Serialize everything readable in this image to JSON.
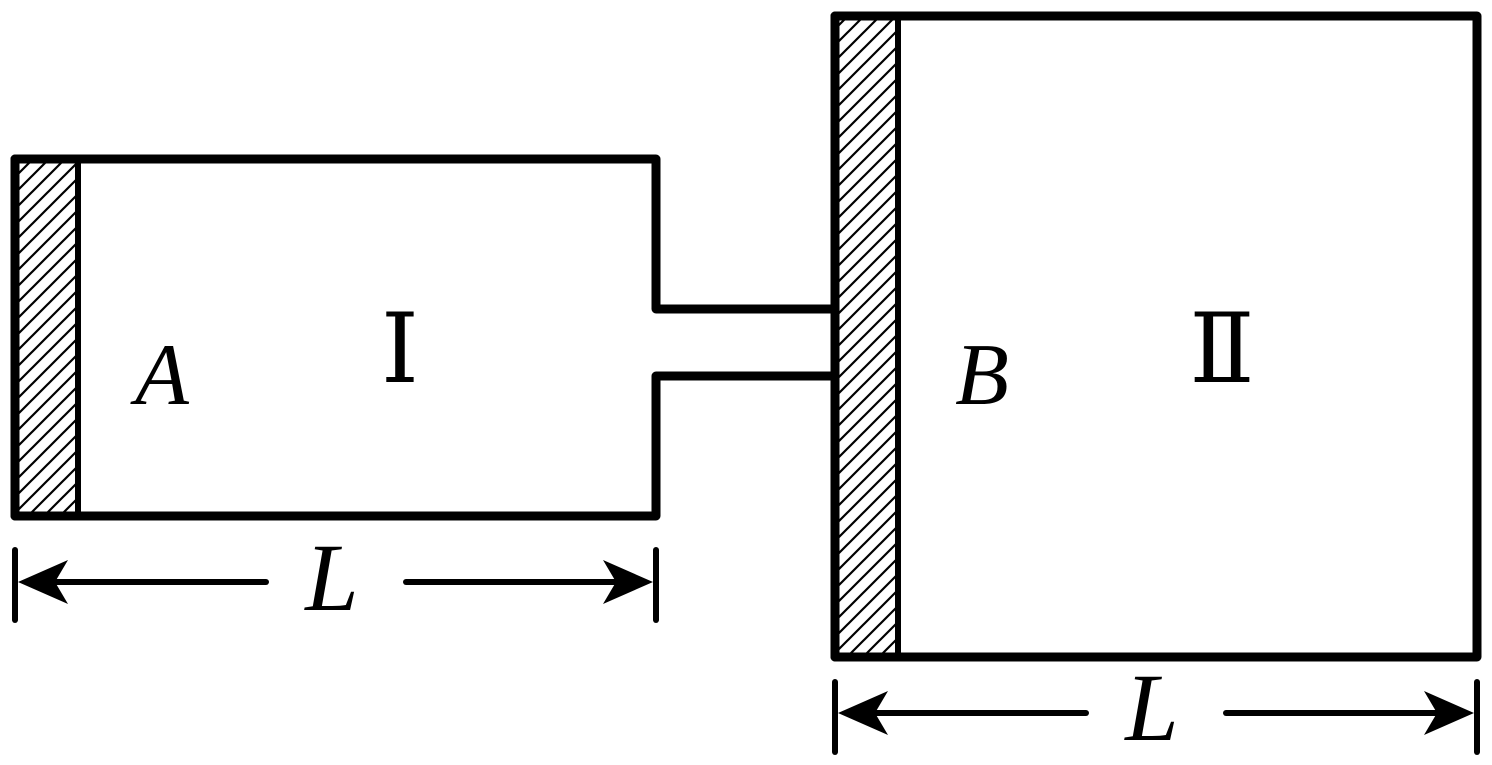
{
  "labels": {
    "piston_a": "A",
    "piston_b": "B",
    "chamber_1": "Ⅰ",
    "chamber_2": "Ⅱ",
    "length_left": "L",
    "length_right": "L"
  },
  "colors": {
    "stroke": "#000000",
    "background": "#ffffff"
  }
}
